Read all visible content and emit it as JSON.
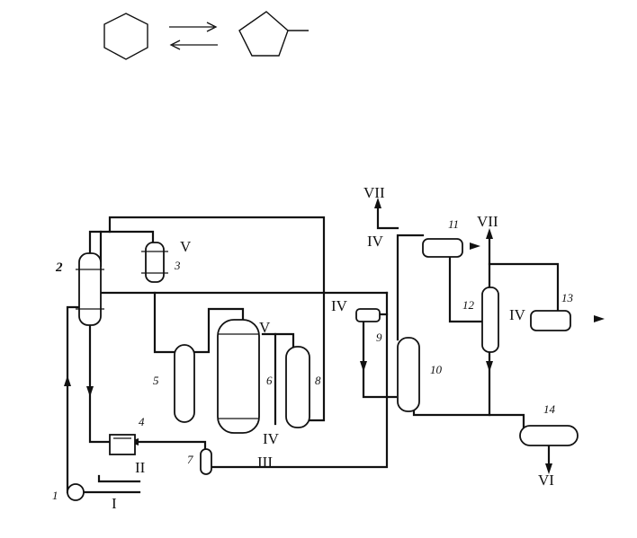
{
  "streams": {
    "I": "I",
    "II": "II",
    "III": "III",
    "IV": "IV",
    "V": "V",
    "VI": "VI",
    "VII": "VII"
  },
  "equipment_numbers": [
    "1",
    "2",
    "3",
    "4",
    "5",
    "6",
    "7",
    "8",
    "9",
    "10",
    "11",
    "12",
    "13",
    "14"
  ],
  "reaction": {
    "reactant": "cyclohexane",
    "product": "methylcyclopentane",
    "arrow": "equilibrium"
  }
}
